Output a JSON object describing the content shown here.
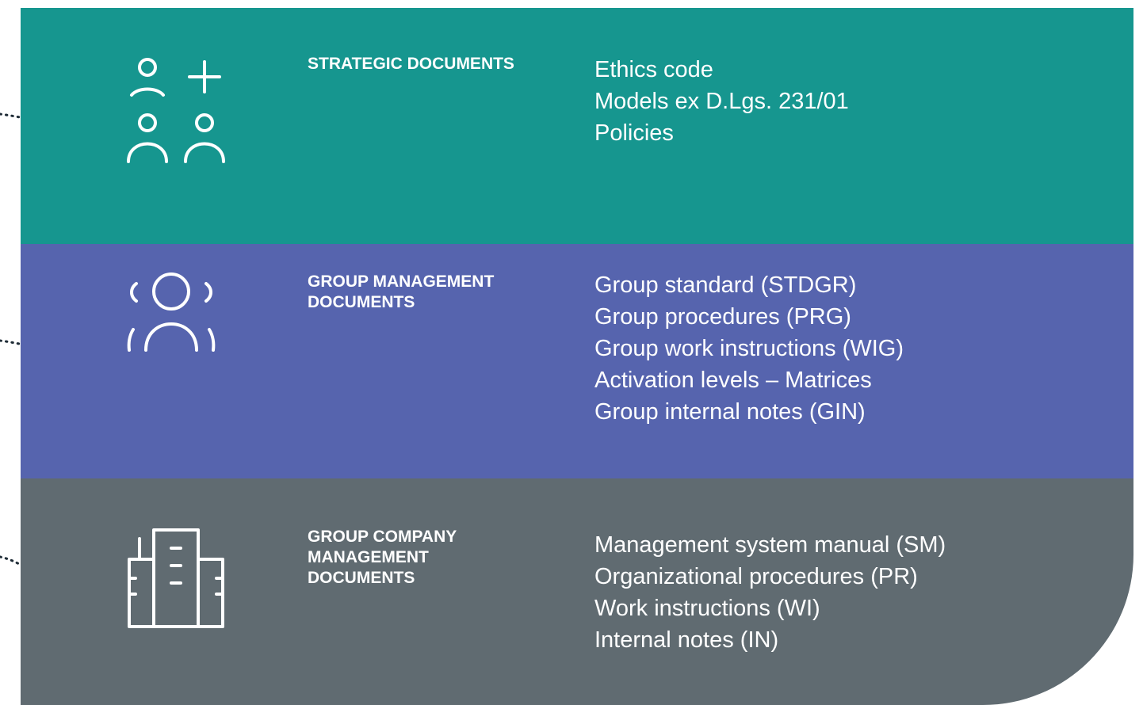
{
  "colors": {
    "strategic": "#16968f",
    "group_management": "#5664ae",
    "group_company": "#606b71",
    "foreground": "#ffffff",
    "connector": "#1e2b36"
  },
  "sections": [
    {
      "heading": "STRATEGIC DOCUMENTS",
      "icon": "people-add-icon",
      "items": [
        "Ethics code",
        "Models ex D.Lgs. 231/01",
        "Policies"
      ]
    },
    {
      "heading": "GROUP MANAGEMENT\nDOCUMENTS",
      "icon": "group-icon",
      "items": [
        "Group standard (STDGR)",
        "Group procedures (PRG)",
        "Group work instructions (WIG)",
        "Activation levels – Matrices",
        "Group internal notes (GIN)"
      ]
    },
    {
      "heading": "GROUP COMPANY\nMANAGEMENT\nDOCUMENTS",
      "icon": "buildings-icon",
      "items": [
        "Management system manual (SM)",
        "Organizational procedures (PR)",
        "Work instructions (WI)",
        "Internal notes (IN)"
      ]
    }
  ]
}
